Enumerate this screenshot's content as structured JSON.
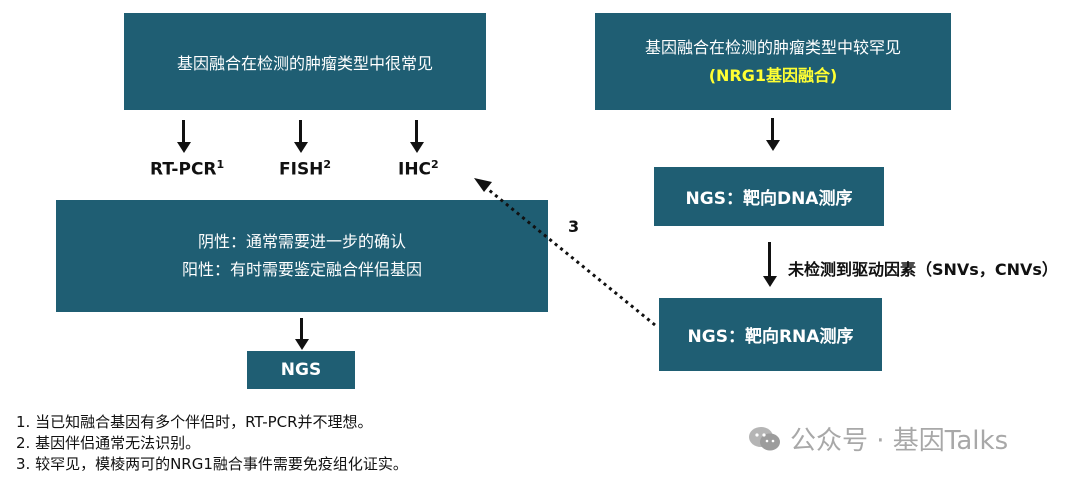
{
  "left_top_box": {
    "text": "基因融合在检测的肿瘤类型中很常见"
  },
  "right_top_box": {
    "line1": "基因融合在检测的肿瘤类型中较罕见",
    "line2": "(NRG1基因融合)",
    "highlight_color": "#ffff33"
  },
  "methods": [
    {
      "name": "RT-PCR",
      "sup": "1"
    },
    {
      "name": "FISH",
      "sup": "2"
    },
    {
      "name": "IHC",
      "sup": "2"
    }
  ],
  "result_box": {
    "line1": "阴性：通常需要进一步的确认",
    "line2": "阳性：有时需要鉴定融合伴侣基因"
  },
  "ngs_box": {
    "text": "NGS"
  },
  "dna_box": {
    "text": "NGS：靶向DNA测序"
  },
  "rna_box": {
    "text": "NGS：靶向RNA测序"
  },
  "dna_to_rna_label": "未检测到驱动因素（SNVs，CNVs）",
  "dotted_label": "3",
  "footnotes": [
    "1. 当已知融合基因有多个伴侣时，RT-PCR并不理想。",
    "2. 基因伴侣通常无法识别。",
    "3. 较罕见，模棱两可的NRG1融合事件需要免疫组化证实。"
  ],
  "watermark": "公众号 · 基因Talks",
  "watermark_icon": "wechat-icon",
  "colors": {
    "box": "#1f5e73",
    "arrow": "#111111",
    "watermark": "#a8a8a8"
  }
}
